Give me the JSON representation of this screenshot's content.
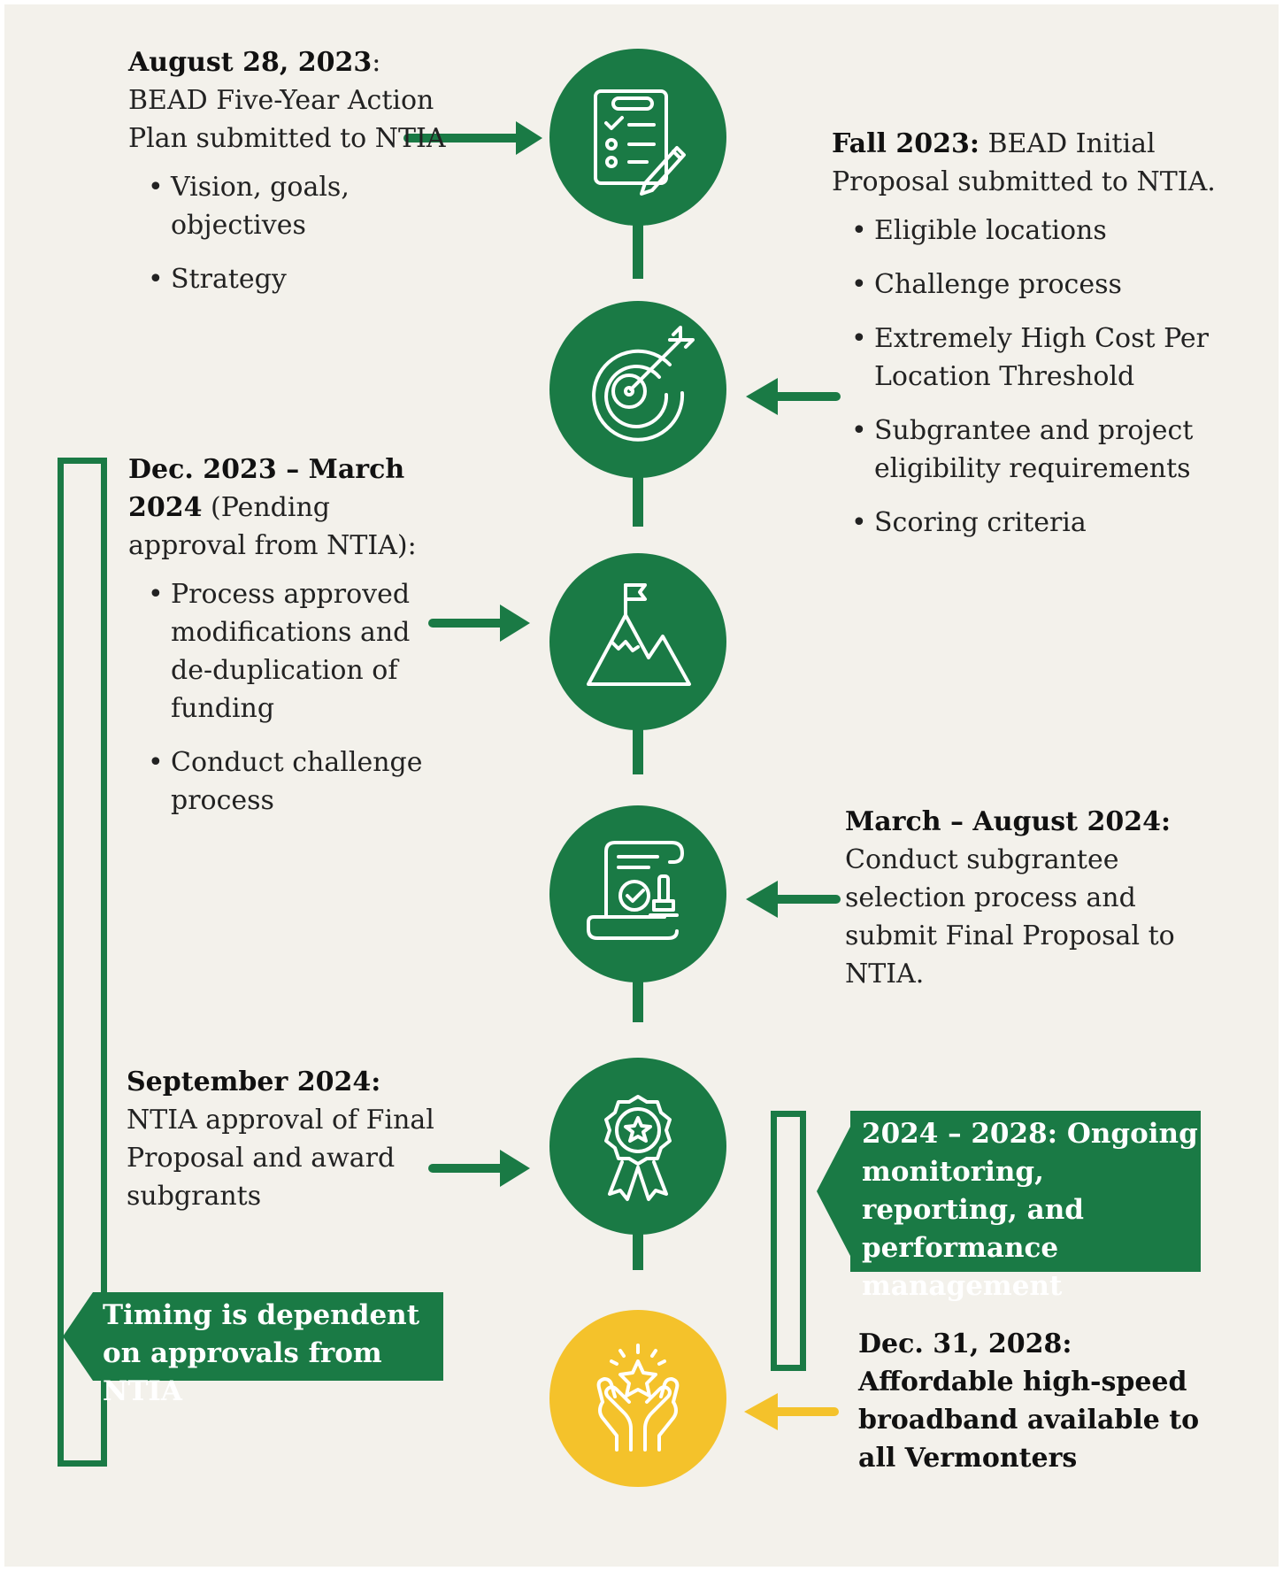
{
  "colors": {
    "background": "#f3f1eb",
    "green": "#1a7a45",
    "gold": "#f4c22b",
    "gold_arrow": "#f4c22b"
  },
  "milestones": [
    {
      "date": "August 28, 2023",
      "separator": ": ",
      "text": "BEAD Five-Year Action Plan submitted to NTIA",
      "bullets": [
        "Vision, goals, objectives",
        "Strategy"
      ],
      "icon": "checklist-pencil-icon"
    },
    {
      "date": "Fall 2023:",
      "text": "BEAD Initial Proposal submitted to NTIA.",
      "bullets": [
        "Eligible locations",
        "Challenge process",
        "Extremely High Cost Per Location Threshold",
        "Subgrantee and project eligibility requirements",
        "Scoring criteria"
      ],
      "icon": "target-arrow-icon"
    },
    {
      "date": "Dec. 2023 – March 2024",
      "text": "(Pending approval from NTIA):",
      "bullets": [
        "Process approved modifications and de-duplication of funding",
        "Conduct challenge process"
      ],
      "icon": "mountain-flag-icon"
    },
    {
      "date": "March – August 2024:",
      "text": "Conduct subgrantee selection process and submit Final Proposal to NTIA.",
      "bullets": [],
      "icon": "scroll-stamp-icon"
    },
    {
      "date": "September 2024:",
      "text": "NTIA approval of Final Proposal and award subgrants",
      "bullets": [],
      "icon": "award-ribbon-icon"
    },
    {
      "date": "Dec. 31, 2028:",
      "text": "Affordable high-speed broadband available to all Vermonters",
      "bullets": [],
      "icon": "hands-star-icon"
    }
  ],
  "callouts": {
    "ongoing": "2024 – 2028: Ongoing monitoring, reporting, and performance management",
    "timing": "Timing is dependent on approvals from NTIA"
  }
}
